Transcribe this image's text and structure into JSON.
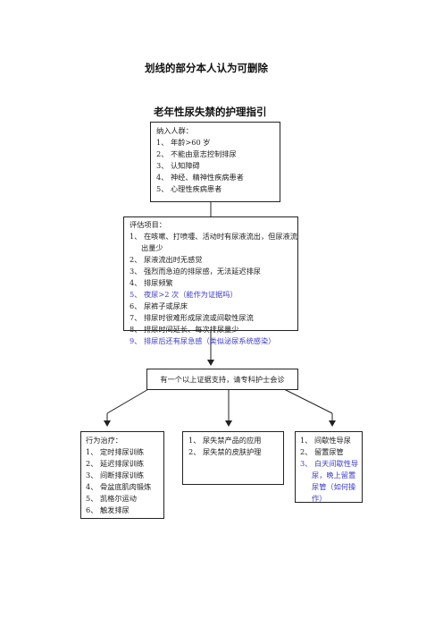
{
  "header_note": "划线的部分本人认为可删除",
  "title": "老年性尿失禁的护理指引",
  "inclusion": {
    "heading": "纳入人群：",
    "items": [
      "1、 年龄>60 岁",
      "2、 不能由意志控制排尿",
      "3、 认知障碍",
      "4、 神经、精神性疾病患者",
      "5、 心理性疾病患者"
    ]
  },
  "assessment": {
    "heading": "评估项目：",
    "items": [
      {
        "text": "1、 在咳嗽、打喷嚏、活动时有尿液流出，但尿液流",
        "color": "black"
      },
      {
        "text": "出量少",
        "color": "black",
        "indent": true
      },
      {
        "text": "2、 尿液流出时无感觉",
        "color": "black"
      },
      {
        "text": "3、 强烈而急迫的排尿感，无法延迟排尿",
        "color": "black"
      },
      {
        "text": "4、 排尿频繁",
        "color": "black"
      },
      {
        "text": "5、 夜尿>2 次（能作为证据吗）",
        "color": "blue"
      },
      {
        "text": "6、 尿裤子或尿床",
        "color": "black"
      },
      {
        "text": "7、 排尿时很难形成尿流或间歇性尿流",
        "color": "black"
      },
      {
        "text": "8、 排尿时间延长、每次排尿量少",
        "color": "black"
      },
      {
        "text": "9、 排尿后还有尿急感（类似泌尿系统感染）",
        "color": "blue"
      }
    ]
  },
  "consult": "有一个以上证据支持，请专科护士会诊",
  "behavior": {
    "heading": "行为治疗：",
    "items": [
      "1、 定时排尿训练",
      "2、 延迟排尿训练",
      "3、 间断排尿训练",
      "4、 骨盆底肌肉锻炼",
      "5、 凯格尔运动",
      "6、 触发排尿"
    ]
  },
  "products": {
    "items": [
      "1、 尿失禁产品的应用",
      "2、 尿失禁的皮肤护理"
    ]
  },
  "catheter": {
    "items": [
      {
        "text": "1、 间歇性导尿",
        "color": "black"
      },
      {
        "text": "2、 留置尿管",
        "color": "black"
      },
      {
        "text": "3、 白天间歇性导",
        "color": "blue"
      },
      {
        "text": "尿，晚上留置",
        "color": "blue",
        "indent": true
      },
      {
        "text": "尿管（如何操",
        "color": "blue",
        "indent": true
      },
      {
        "text": "作）",
        "color": "blue",
        "indent": true
      }
    ]
  },
  "colors": {
    "line": "#222222",
    "highlight": "#3b3bd6"
  }
}
